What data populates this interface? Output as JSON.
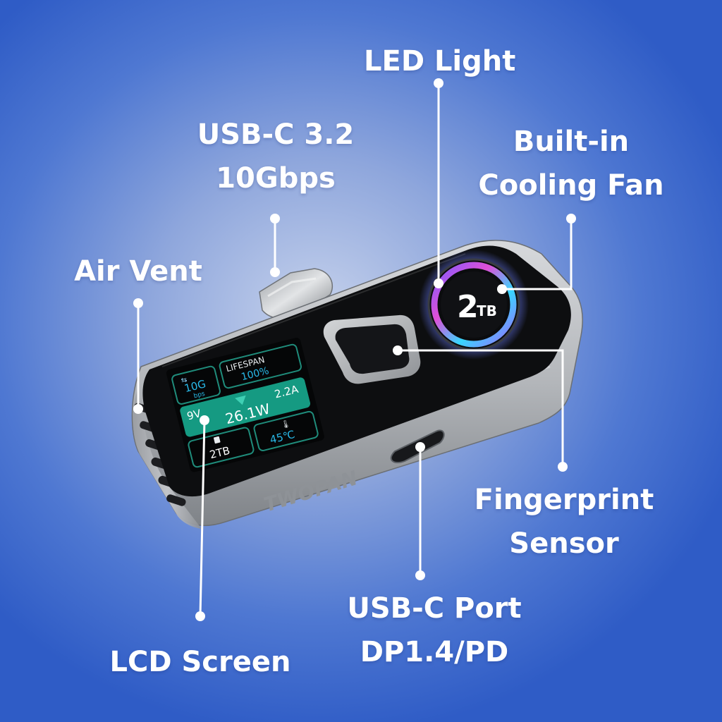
{
  "callouts": {
    "led_light": "LED Light",
    "usb_c_32": [
      "USB-C 3.2",
      "10Gbps"
    ],
    "cooling_fan": [
      "Built-in",
      "Cooling Fan"
    ],
    "air_vent": "Air Vent",
    "fingerprint_sensor": [
      "Fingerprint",
      "Sensor"
    ],
    "usb_c_port": [
      "USB-C Port",
      "DP1.4/PD"
    ],
    "lcd_screen": "LCD Screen"
  },
  "device": {
    "brand": "TWOPAN",
    "capacity_badge": "2",
    "capacity_badge_unit": "TB"
  },
  "lcd": {
    "speed": "10G",
    "speed_unit": "bps",
    "lifespan_label": "LIFESPAN",
    "lifespan_value": "100%",
    "voltage": "9V",
    "current": "2.2A",
    "power": "26.1W",
    "temperature": "45℃",
    "capacity": "2TB"
  },
  "colors": {
    "background_center": "#c6d2ec",
    "background_edge": "#2f5cc6",
    "lcd_teal": "#159a82",
    "lcd_blue": "#28b9e8"
  }
}
